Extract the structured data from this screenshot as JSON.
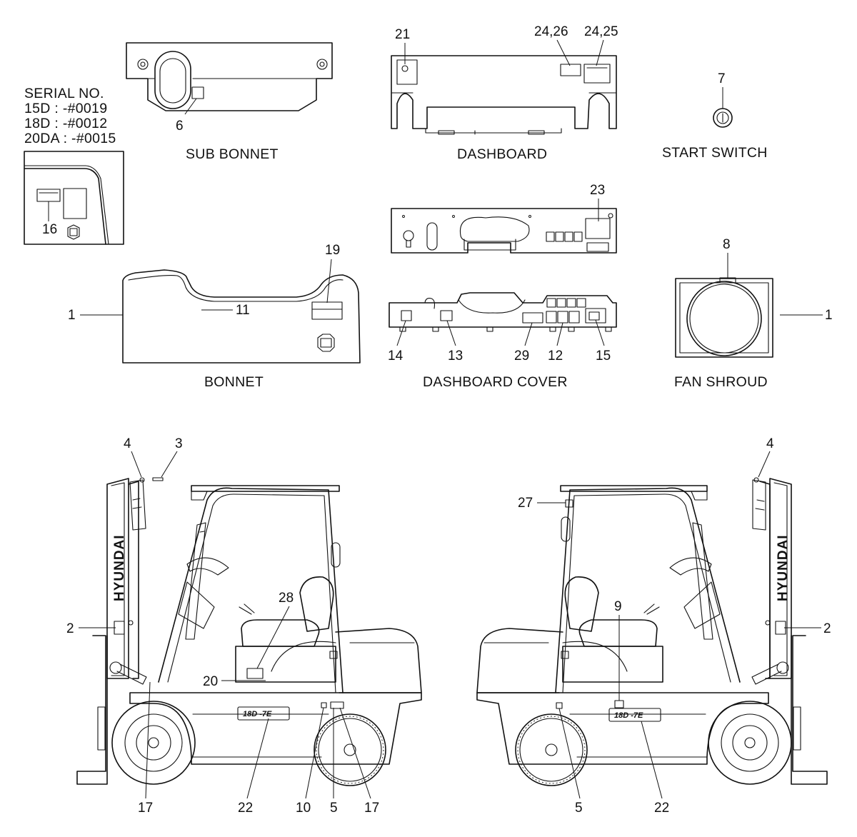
{
  "serial": {
    "heading": "SERIAL NO.",
    "lines": [
      "15D : -#0019",
      "18D : -#0012",
      "20DA : -#0015"
    ]
  },
  "captions": {
    "sub_bonnet": "SUB BONNET",
    "dashboard": "DASHBOARD",
    "start_switch": "START SWITCH",
    "bonnet": "BONNET",
    "dashboard_cover": "DASHBOARD COVER",
    "fan_shroud": "FAN SHROUD"
  },
  "mast_brand": "HYUNDAI",
  "model_plate": "18D -7E",
  "callouts": {
    "sub_bonnet": "6",
    "inset": "16",
    "dashboard_left": "21",
    "dashboard_mid": "24,26",
    "dashboard_right": "24,25",
    "start_switch": "7",
    "panel": "23",
    "bonnet": "19",
    "fan_shroud": "8",
    "cover": [
      "14",
      "13",
      "29",
      "12",
      "15"
    ],
    "left_truck": {
      "top_a": "4",
      "top_b": "3",
      "mast": "1",
      "mast_low": "2",
      "handle": "11",
      "seat": "28",
      "step": "20",
      "bottom": [
        "17",
        "22",
        "10",
        "5",
        "17"
      ]
    },
    "right_truck": {
      "top": "4",
      "mast": "1",
      "mast_low": "2",
      "pillar": "27",
      "body": "9",
      "bottom": [
        "5",
        "22"
      ]
    }
  }
}
